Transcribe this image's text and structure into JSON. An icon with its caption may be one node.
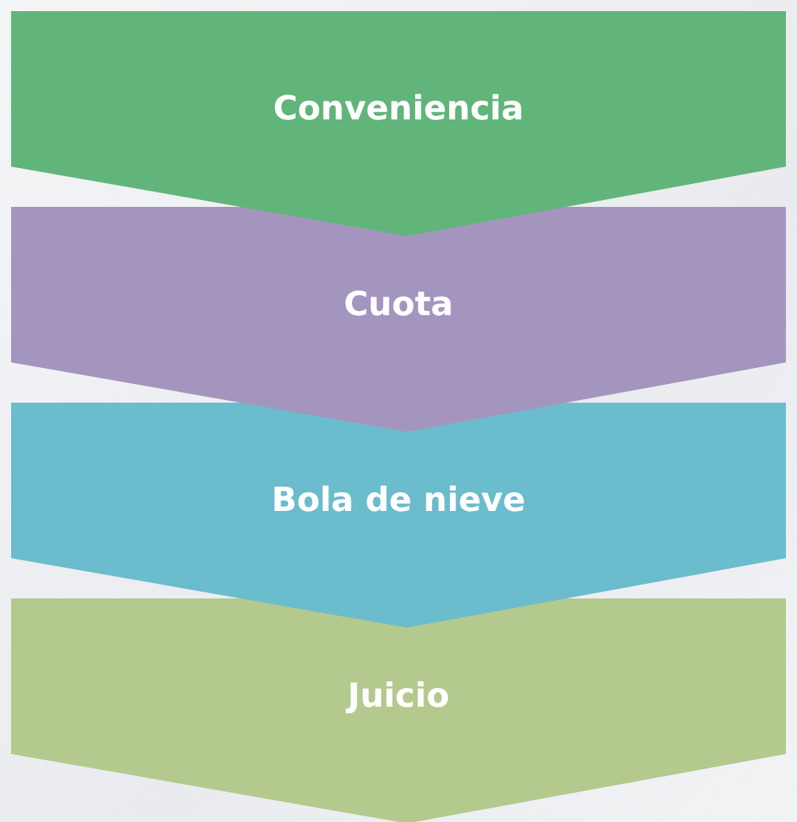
{
  "diagram": {
    "nodes": [
      {
        "text": [
          "Conveniencia"
        ]
      },
      {
        "text": [
          "Cuota"
        ]
      },
      {
        "text": [
          "Bola de nieve"
        ]
      },
      {
        "text": [
          "Juicio"
        ]
      }
    ]
  }
}
